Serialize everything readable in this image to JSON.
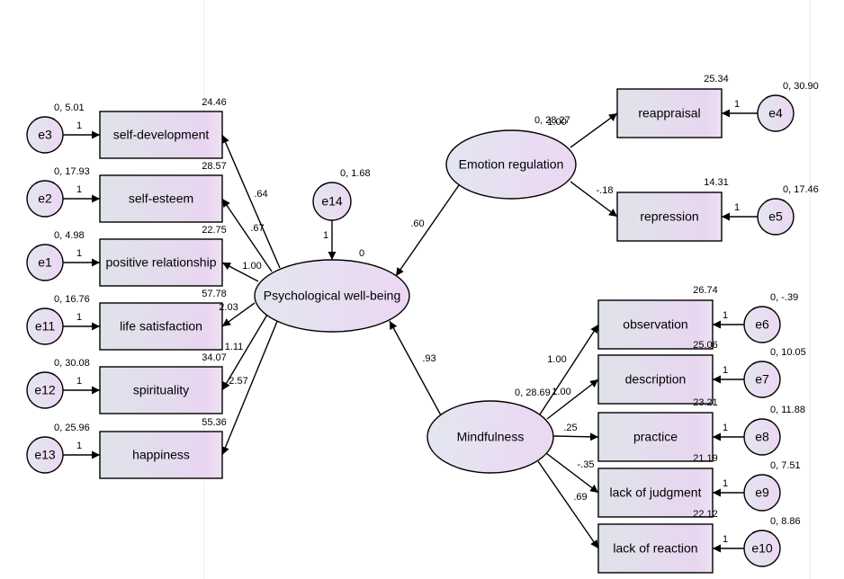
{
  "diagram": {
    "latent": {
      "pwb": {
        "label": "Psychological well-being",
        "value": "0"
      },
      "er": {
        "label": "Emotion regulation",
        "value": "0, 28.27"
      },
      "mf": {
        "label": "Mindfulness",
        "value": "0, 28.69"
      }
    },
    "left_indicators": [
      {
        "id": "self-development",
        "label": "self-development",
        "intercept": "24.46",
        "loading": ".64",
        "error": {
          "label": "e3",
          "value": "0, 5.01",
          "path": "1"
        }
      },
      {
        "id": "self-esteem",
        "label": "self-esteem",
        "intercept": "28.57",
        "loading": ".67",
        "error": {
          "label": "e2",
          "value": "0, 17.93",
          "path": "1"
        }
      },
      {
        "id": "positive-relationship",
        "label": "positive relationship",
        "intercept": "22.75",
        "loading": "1.00",
        "error": {
          "label": "e1",
          "value": "0, 4.98",
          "path": "1"
        }
      },
      {
        "id": "life-satisfaction",
        "label": "life satisfaction",
        "intercept": "57.78",
        "loading": "2.03",
        "error": {
          "label": "e11",
          "value": "0, 16.76",
          "path": "1"
        }
      },
      {
        "id": "spirituality",
        "label": "spirituality",
        "intercept": "34.07",
        "loading": "1.11",
        "error": {
          "label": "e12",
          "value": "0, 30.08",
          "path": "1"
        }
      },
      {
        "id": "happiness",
        "label": "happiness",
        "intercept": "55.36",
        "loading": "2.57",
        "error": {
          "label": "e13",
          "value": "0, 25.96",
          "path": "1"
        }
      }
    ],
    "er_indicators": [
      {
        "id": "reappraisal",
        "label": "reappraisal",
        "intercept": "25.34",
        "loading": "1.00",
        "error": {
          "label": "e4",
          "value": "0, 30.90",
          "path": "1"
        }
      },
      {
        "id": "repression",
        "label": "repression",
        "intercept": "14.31",
        "loading": "-.18",
        "error": {
          "label": "e5",
          "value": "0, 17.46",
          "path": "1"
        }
      }
    ],
    "mf_indicators": [
      {
        "id": "observation",
        "label": "observation",
        "intercept": "26.74",
        "loading": "1.00",
        "error": {
          "label": "e6",
          "value": "0, -.39",
          "path": "1"
        }
      },
      {
        "id": "description",
        "label": "description",
        "intercept": "25.06",
        "loading": "1.00",
        "error": {
          "label": "e7",
          "value": "0, 10.05",
          "path": "1"
        }
      },
      {
        "id": "practice",
        "label": "practice",
        "intercept": "23.21",
        "loading": ".25",
        "error": {
          "label": "e8",
          "value": "0, 11.88",
          "path": "1"
        }
      },
      {
        "id": "lack-of-judgment",
        "label": "lack of judgment",
        "intercept": "21.19",
        "loading": "-.35",
        "error": {
          "label": "e9",
          "value": "0, 7.51",
          "path": "1"
        }
      },
      {
        "id": "lack-of-reaction",
        "label": "lack of reaction",
        "intercept": "22.12",
        "loading": ".69",
        "error": {
          "label": "e10",
          "value": "0, 8.86",
          "path": "1"
        }
      }
    ],
    "residual": {
      "label": "e14",
      "value": "0, 1.68",
      "path": "1"
    },
    "structural_paths": {
      "er_to_pwb": ".60",
      "mf_to_pwb": ".93"
    },
    "colors": {
      "box_fill_left": "#dfe3ea",
      "box_fill_right": "#e8d6f0",
      "ellipse_fill_left": "#e3e6f0",
      "ellipse_fill_right": "#ecd7f3",
      "line": "#000000",
      "background": "#ffffff"
    }
  }
}
